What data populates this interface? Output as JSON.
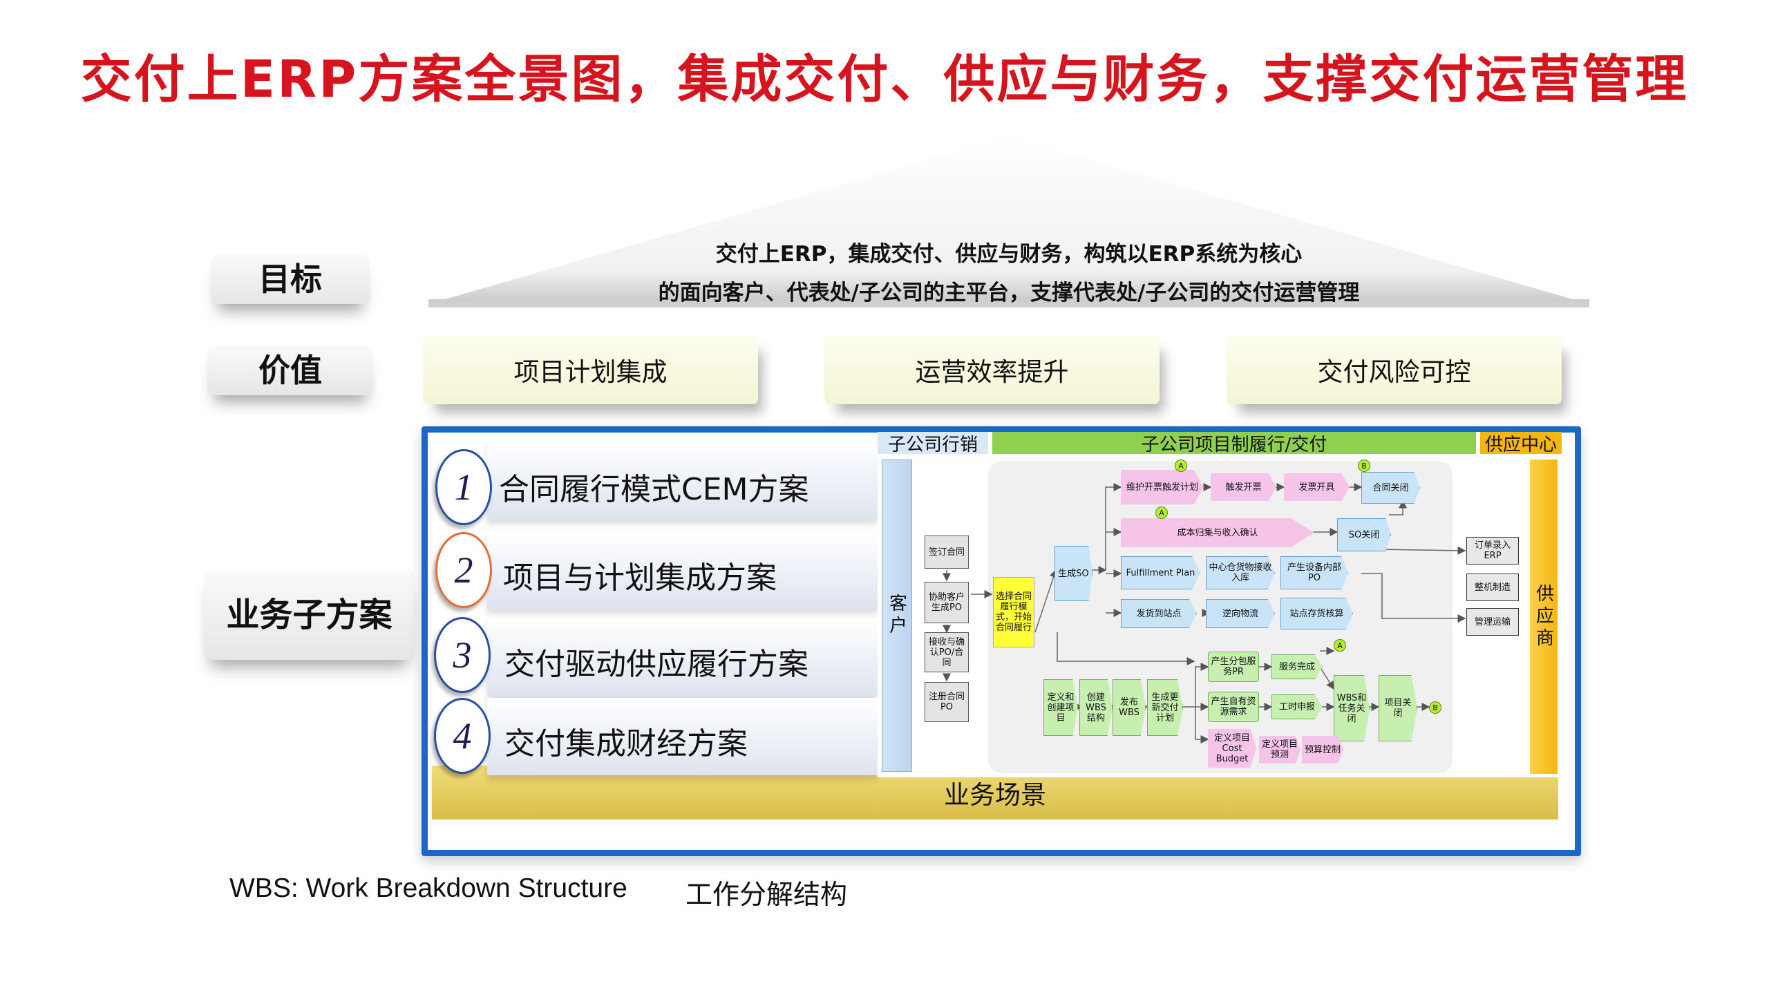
{
  "title": "交付上ERP方案全景图，集成交付、供应与财务，支撑交付运营管理",
  "goal": {
    "label": "目标",
    "line1": "交付上ERP，集成交付、供应与财务，构筑以ERP系统为核心",
    "line2": "的面向客户、代表处/子公司的主平台，支撑代表处/子公司的交付运营管理"
  },
  "value": {
    "label": "价值",
    "items": [
      "项目计划集成",
      "运营效率提升",
      "交付风险可控"
    ]
  },
  "sub_solutions": {
    "label": "业务子方案",
    "items": [
      {
        "num": "1",
        "label": "合同履行模式CEM方案"
      },
      {
        "num": "2",
        "label": "项目与计划集成方案"
      },
      {
        "num": "3",
        "label": "交付驱动供应履行方案"
      },
      {
        "num": "4",
        "label": "交付集成财经方案"
      }
    ]
  },
  "scenario_label": "业务场景",
  "flow": {
    "lanes": {
      "sales": "子公司行销",
      "delivery": "子公司项目制履行/交付",
      "supply": "供应中心"
    },
    "customer": "客户",
    "supplier": "供应商",
    "customer_steps": [
      "签订合同",
      "协助客户生成PO",
      "接收与确认PO/合同",
      "注册合同PO"
    ],
    "start": "选择合同履行模式，开始合同履行",
    "gen_so": "生成SO",
    "pink": [
      "维护开票触发计划",
      "触发开票",
      "发票开具",
      "成本归集与收入确认"
    ],
    "blue": [
      "SO关闭",
      "Fulfillment Plan",
      "中心仓货物接收入库",
      "产生设备内部PO",
      "发货到站点",
      "逆向物流",
      "站点存货核算",
      "合同关闭"
    ],
    "supply_nodes": [
      "订单录入ERP",
      "整机制造",
      "管理运输"
    ],
    "green": [
      "定义和创建项目",
      "创建WBS结构",
      "发布WBS",
      "生成更新交付计划",
      "产生分包服务PR",
      "服务完成",
      "产生自有资源需求",
      "工时申报",
      "WBS和任务关闭",
      "项目关闭",
      "定义项目Cost Budget",
      "定义项目预测",
      "预算控制"
    ],
    "badges": [
      "A",
      "A",
      "B",
      "A",
      "B"
    ]
  },
  "footnote": {
    "en": "WBS: Work Breakdown Structure",
    "cn": "工作分解结构"
  },
  "colors": {
    "title": "#d6141d",
    "frame": "#1b66c6",
    "lane_sales": "#d9e8f7",
    "lane_delivery": "#8fd14f",
    "lane_supply": "#f5b70f"
  }
}
